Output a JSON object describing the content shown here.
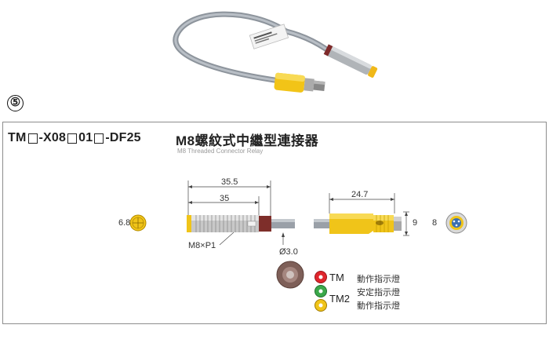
{
  "section_number": "⑤",
  "product": {
    "model_parts": [
      "TM",
      "-X08",
      "01",
      "-DF25"
    ],
    "title_cn": "M8螺紋式中繼型連接器",
    "title_en": "M8 Threaded Connector Relay"
  },
  "dimensions": {
    "front_diameter": "6.8",
    "overall_length": "35.5",
    "thread_length": "35",
    "thread_label": "M8×P1",
    "cable_diameter": "Ø3.0",
    "connector_length": "24.7",
    "connector_height": "9",
    "connector_face": "8"
  },
  "legend": [
    {
      "id": "tm",
      "tag": "TM",
      "text": "動作指示燈",
      "color": "#e0262d"
    },
    {
      "id": "stable",
      "tag": "",
      "text": "安定指示燈",
      "color": "#3aa84a"
    },
    {
      "id": "tm2",
      "tag": "TM2",
      "text": "動作指示燈",
      "color": "#f0c419"
    }
  ],
  "colors": {
    "accent_yellow": "#f0c419",
    "sensor_body": "#b8b8b8",
    "cable": "#9aa0a8"
  }
}
